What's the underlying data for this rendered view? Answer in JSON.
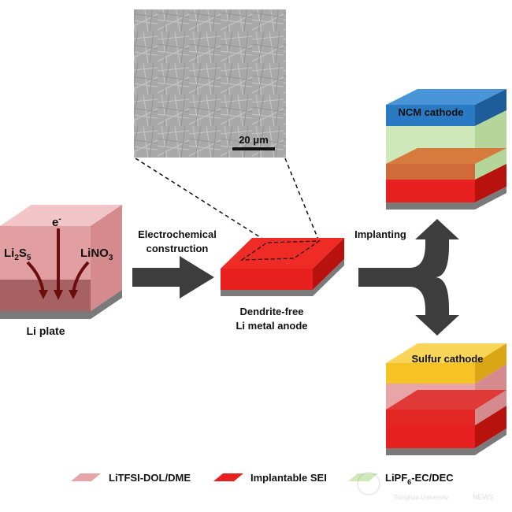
{
  "colors": {
    "electrolyte_pink": "#e8a5a7",
    "sei_red": "#e8201f",
    "lipf6_green": "#cfe8b9",
    "ncm_blue": "#2a7ac3",
    "sulfur_yellow": "#f7c324",
    "li_gray": "#8a8a8a",
    "arrow_dark": "#3d3d3d",
    "dark_red_arrow": "#6b0d0d"
  },
  "sem_image": {
    "scale_bar_label": "20 μm"
  },
  "li_plate": {
    "label": "Li plate",
    "electron_label": "e",
    "electron_superscript": "-",
    "li2s5_label": {
      "base1": "Li",
      "sub1": "2",
      "base2": "S",
      "sub2": "5"
    },
    "lino3_label": {
      "base": "LiNO",
      "sub": "3"
    }
  },
  "step1": {
    "arrow_label_line1": "Electrochemical",
    "arrow_label_line2": "construction"
  },
  "anode": {
    "label_line1": "Dendrite-free",
    "label_line2": "Li metal anode"
  },
  "step2": {
    "arrow_label": "Implanting"
  },
  "cells": {
    "ncm_label": "NCM cathode",
    "sulfur_label": "Sulfur cathode"
  },
  "legend": {
    "items": [
      {
        "label": "LiTFSI-DOL/DME",
        "color": "#e8a5a7"
      },
      {
        "label": "Implantable SEI",
        "color": "#e8201f"
      },
      {
        "label_base": "LiPF",
        "label_sub": "6",
        "label_rest": "-EC/DEC",
        "color": "#cfe8b9"
      }
    ]
  },
  "watermark": {
    "university": "Tsinghua University",
    "news": "NEWS"
  }
}
